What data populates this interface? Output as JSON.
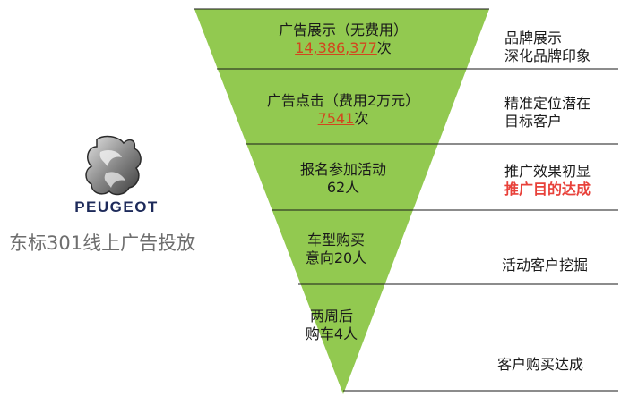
{
  "brand": {
    "logo_text": "PEUGEOT",
    "campaign_title": "东标301线上广告投放",
    "logo_icon": "peugeot-lion-icon"
  },
  "funnel": {
    "fill_color": "#92c950",
    "line_color": "#1a1a1a",
    "stages": [
      {
        "line1": "广告展示（无费用）",
        "num": "14,386,377",
        "suffix": "次"
      },
      {
        "line1": "广告点击（费用2万元）",
        "num": "7541",
        "suffix": "次"
      },
      {
        "line1": "报名参加活动",
        "line2": "62人"
      },
      {
        "line1": "车型购买",
        "line2": "意向20人"
      },
      {
        "line1": "两周后",
        "line2": "购车4人"
      }
    ]
  },
  "right_labels": {
    "s1": {
      "line1": "品牌展示",
      "line2": "深化品牌印象"
    },
    "s2": {
      "line1": "精准定位潜在",
      "line2": "目标客户"
    },
    "s3": {
      "line1": "推广效果初显",
      "line2": "推广目的达成"
    },
    "s4": {
      "line1": "活动客户挖掘"
    },
    "s5": {
      "line1": "客户购买达成"
    }
  },
  "colors": {
    "highlight_red": "#e8413a",
    "number_red": "#d2461e",
    "brand_navy": "#1d2a5a",
    "title_gray": "#6e6e6e"
  }
}
